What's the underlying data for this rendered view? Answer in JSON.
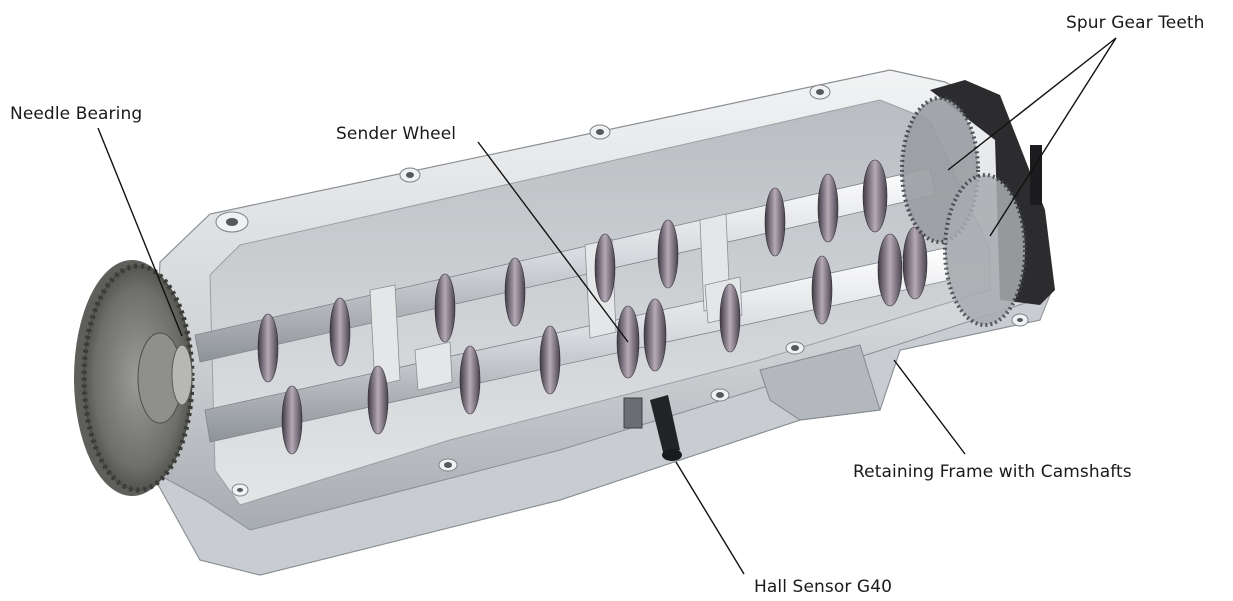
{
  "callouts": [
    {
      "id": "needle-bearing",
      "label": "Needle Bearing"
    },
    {
      "id": "sender-wheel",
      "label": "Sender Wheel"
    },
    {
      "id": "spur-gear-teeth",
      "label": "Spur Gear Teeth"
    },
    {
      "id": "retaining-frame",
      "label": "Retaining Frame with Camshafts"
    },
    {
      "id": "hall-sensor",
      "label": "Hall Sensor G40"
    }
  ],
  "colors": {
    "housing_light": "#e6e8ea",
    "housing_mid": "#c4c8cc",
    "housing_dark": "#8d9297",
    "shaft": "#dcdfe2",
    "lobe": "#6e6470",
    "gear": "#7a7b78",
    "cover": "#2a2a2c",
    "leader": "#111111"
  }
}
